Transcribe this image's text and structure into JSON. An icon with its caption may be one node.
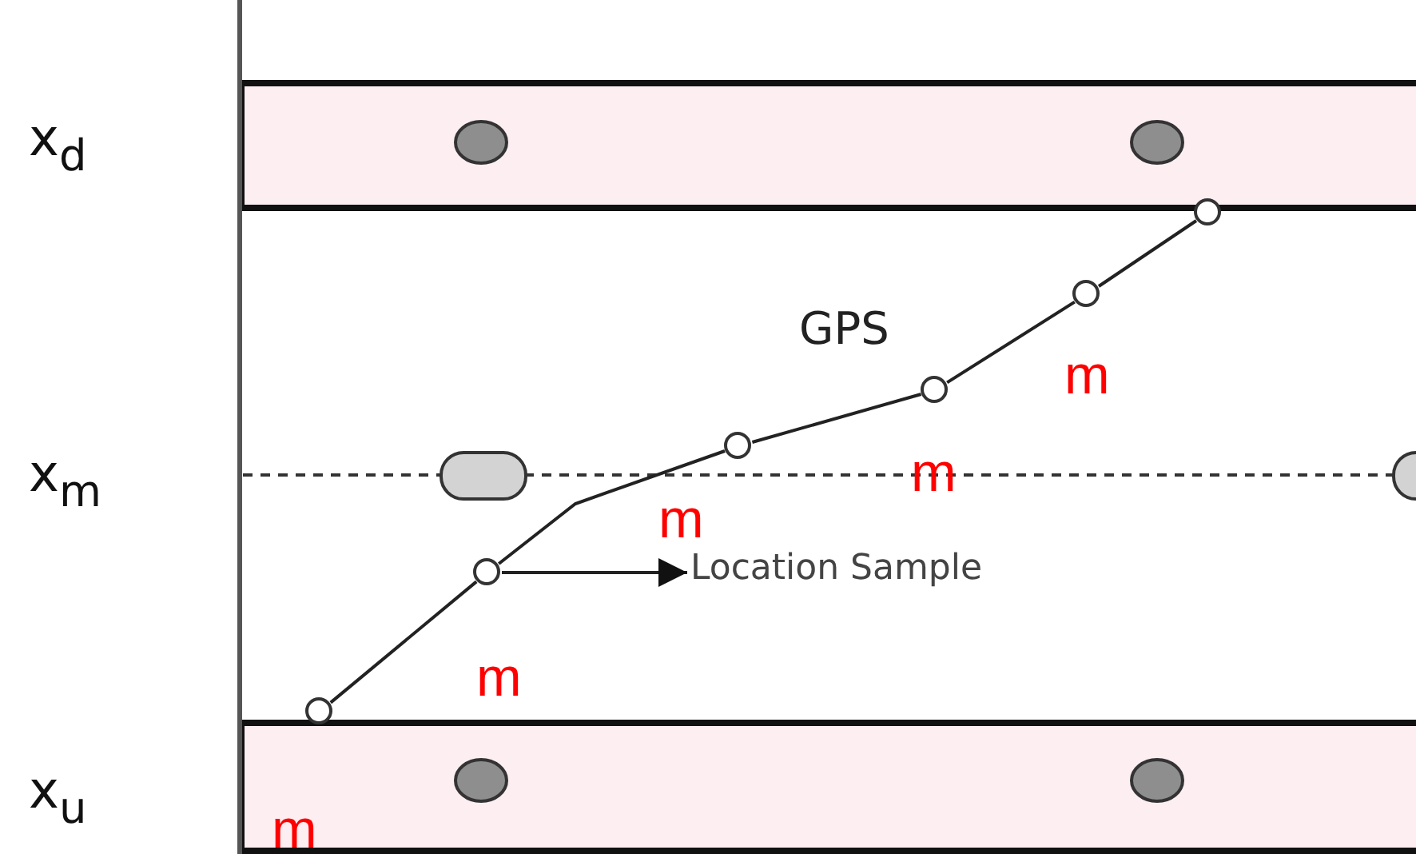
{
  "diagram": {
    "nodes": [
      {
        "text": [],
        "shape": "circle"
      },
      {
        "text": [],
        "shape": "circle"
      },
      {
        "text": [],
        "shape": "circle"
      },
      {
        "text": [],
        "shape": "circle"
      },
      {
        "text": [],
        "shape": "circle"
      },
      {
        "text": [],
        "shape": "circle"
      },
      {
        "text": [
          "Location Sample"
        ]
      }
    ],
    "edges": [
      {
        "from": 0,
        "to": 1,
        "arrow": "none"
      },
      {
        "from": 1,
        "to": 2,
        "arrow": "none"
      },
      {
        "from": 2,
        "to": 3,
        "arrow": "none"
      },
      {
        "from": 3,
        "to": 4,
        "arrow": "none"
      },
      {
        "from": 4,
        "to": 5,
        "arrow": "none"
      },
      {
        "from": 1,
        "to": 6,
        "arrow": "to"
      }
    ],
    "labels": [
      "x$_{d}$",
      "GPS",
      "m",
      "x$_{m}$",
      "m",
      "m",
      "m",
      "x$_{u}$",
      "m"
    ]
  }
}
